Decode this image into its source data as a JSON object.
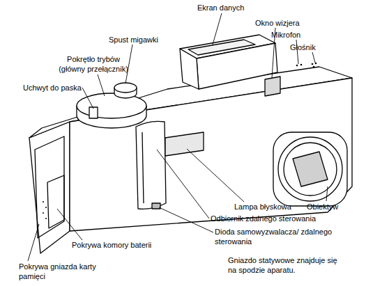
{
  "diagram": {
    "labels": [
      "Ekran danych",
      "Okno wizjera",
      "Mikrofon",
      "Głośnik",
      "Spust migawki",
      "Pokrętło trybów (główny przełącznik)",
      "Uchwyt do paska",
      "Obiektyw",
      "Lampa błyskowa",
      "Odbiornik zdalnego sterowania",
      "Dioda samowyzwalacza/ zdalnego sterowania",
      "Pokrywa komory baterii",
      "Pokrywa gniazda karty pamięci",
      "Gniazdo statywowe znajduje się na spodzie aparatu."
    ]
  }
}
